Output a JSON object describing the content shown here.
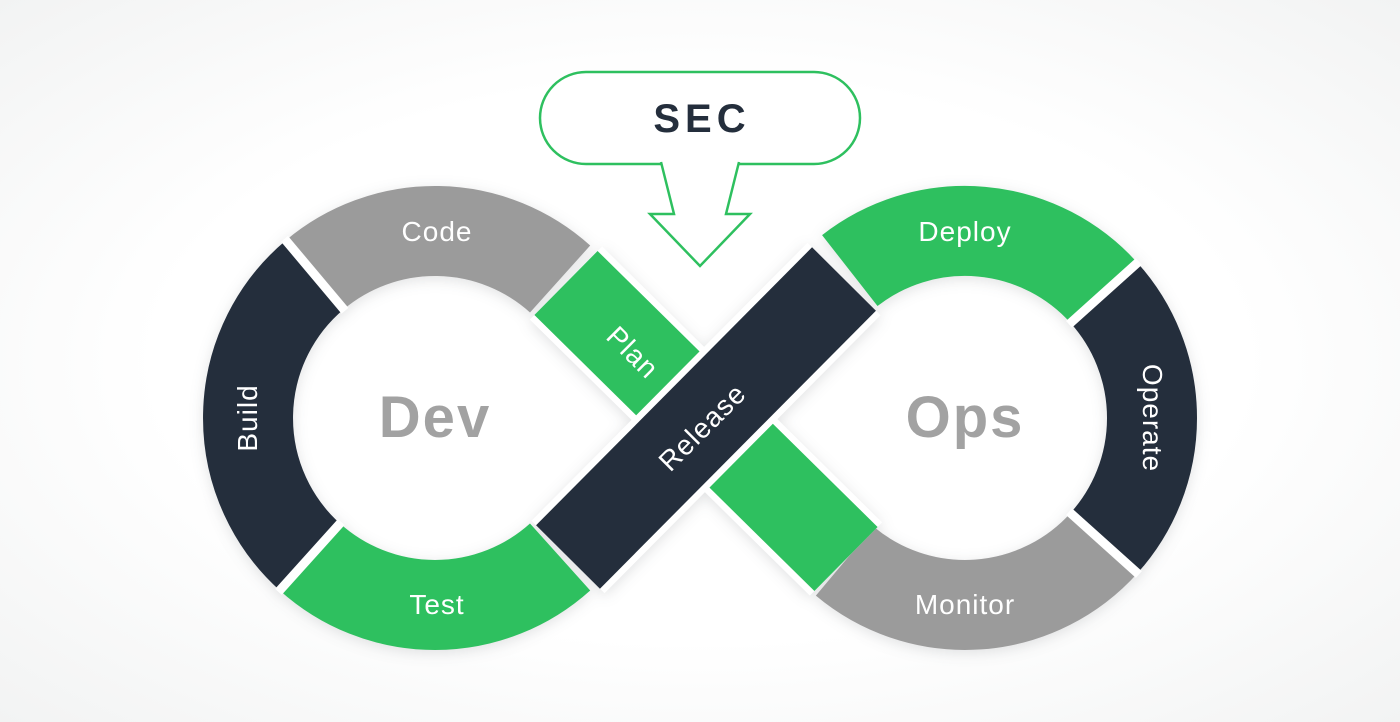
{
  "diagram": {
    "badge": {
      "label": "SEC"
    },
    "left_loop": {
      "center_label": "Dev",
      "segments": {
        "code": "Code",
        "build": "Build",
        "test": "Test"
      }
    },
    "crossover": {
      "plan": "Plan",
      "release": "Release"
    },
    "right_loop": {
      "center_label": "Ops",
      "segments": {
        "deploy": "Deploy",
        "operate": "Operate",
        "monitor": "Monitor"
      }
    },
    "colors": {
      "navy": "#242e3c",
      "green": "#2ec05f",
      "gray": "#9b9b9b",
      "label_text": "#ffffff",
      "center_text": "#a2a2a2",
      "badge_text": "#242e3c",
      "badge_outline": "#2ec05f"
    }
  }
}
